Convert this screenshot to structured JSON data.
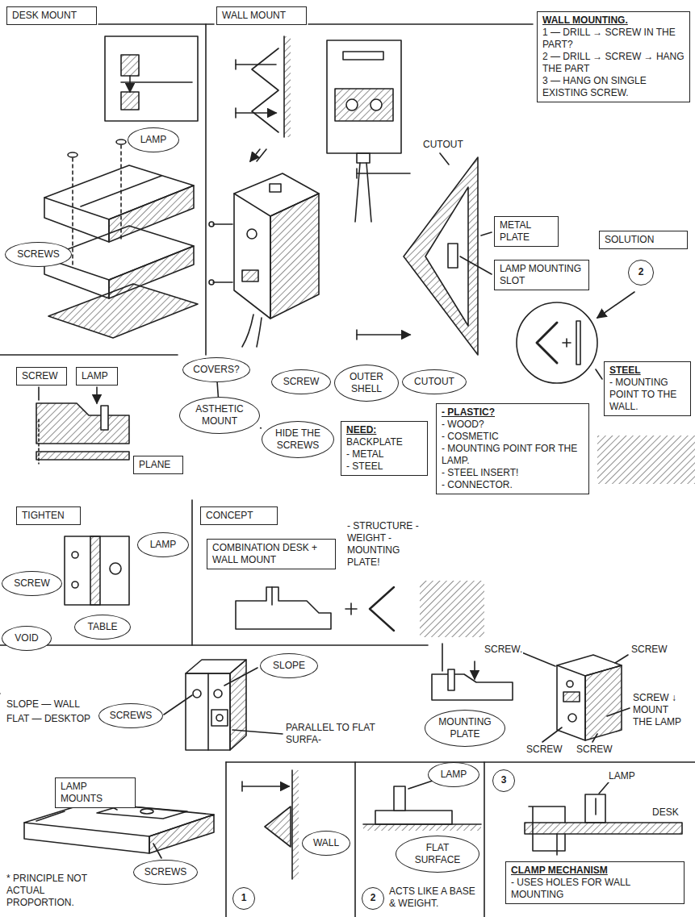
{
  "diagram": {
    "nodes": [
      {
        "text": [
          "DESK MOUNT"
        ]
      },
      {
        "text": [
          "WALL MOUNT"
        ]
      },
      {
        "text": [
          "WALL MOUNTING.",
          "1 — DRILL → SCREW IN THE PART?",
          "2 — DRILL → SCREW → HANG THE PART",
          "3 — HANG ON SINGLE EXISTING SCREW."
        ]
      },
      {
        "text": [
          "LAMP"
        ]
      },
      {
        "text": [
          "SCREWS"
        ]
      },
      {
        "text": [
          "METAL PLATE"
        ]
      },
      {
        "text": [
          "LAMP MOUNTING SLOT"
        ]
      },
      {
        "text": [
          "SOLUTION"
        ]
      },
      {
        "text": [
          "2"
        ]
      },
      {
        "text": [
          "COVERS?"
        ]
      },
      {
        "text": [
          "SCREW"
        ]
      },
      {
        "text": [
          "OUTER SHELL"
        ]
      },
      {
        "text": [
          "CUTOUT"
        ]
      },
      {
        "text": [
          "STEEL",
          "- MOUNTING POINT TO THE WALL."
        ]
      },
      {
        "text": [
          "SCREW"
        ]
      },
      {
        "text": [
          "LAMP"
        ]
      },
      {
        "text": [
          "ASTHETIC MOUNT"
        ]
      },
      {
        "text": [
          "HIDE THE SCREWS"
        ]
      },
      {
        "text": [
          "NEED:",
          "BACKPLATE",
          "- METAL",
          "- STEEL"
        ]
      },
      {
        "text": [
          "- PLASTIC?",
          "- WOOD?",
          "- COSMETIC",
          "- MOUNTING POINT FOR THE LAMP.",
          "- STEEL INSERT!",
          "- CONNECTOR."
        ]
      },
      {
        "text": [
          "PLANE"
        ]
      },
      {
        "text": [
          "TIGHTEN"
        ]
      },
      {
        "text": [
          "CONCEPT"
        ]
      },
      {
        "text": [
          "LAMP"
        ]
      },
      {
        "text": [
          "COMBINATION DESK + WALL MOUNT"
        ]
      },
      {
        "text": [
          "SCREW"
        ]
      },
      {
        "text": [
          "TABLE"
        ]
      },
      {
        "text": [
          "VOID"
        ]
      },
      {
        "text": [
          "MOUNTING PLATE"
        ]
      },
      {
        "text": [
          "SLOPE"
        ]
      },
      {
        "text": [
          "SCREWS"
        ]
      },
      {
        "text": [
          "LAMP MOUNTS"
        ]
      },
      {
        "text": [
          "WALL"
        ]
      },
      {
        "text": [
          "LAMP"
        ]
      },
      {
        "text": [
          "FLAT SURFACE"
        ]
      },
      {
        "text": [
          "3"
        ]
      },
      {
        "text": [
          "SCREWS"
        ]
      },
      {
        "text": [
          "1"
        ]
      },
      {
        "text": [
          "2"
        ]
      },
      {
        "text": [
          "CLAMP MECHANISM",
          "- USES HOLES FOR WALL MOUNTING"
        ]
      }
    ],
    "edges": [
      {
        "from": 9,
        "to": 16,
        "arrow": "none"
      },
      {
        "from": 16,
        "to": 17,
        "arrow": "none"
      }
    ],
    "labels": [
      "CUTOUT",
      "- STRUCTURE - WEIGHT - MOUNTING PLATE!",
      "SCREW.",
      "SCREW",
      "SCREW ↓ MOUNT THE LAMP",
      "SCREW",
      "SCREW",
      "SLOPE — WALL",
      "FLAT — DESKTOP",
      "PARALLEL TO FLAT SURFA-",
      "* PRINCIPLE NOT ACTUAL PROPORTION.",
      "ACTS LIKE A BASE & WEIGHT.",
      "LAMP",
      "DESK"
    ]
  }
}
